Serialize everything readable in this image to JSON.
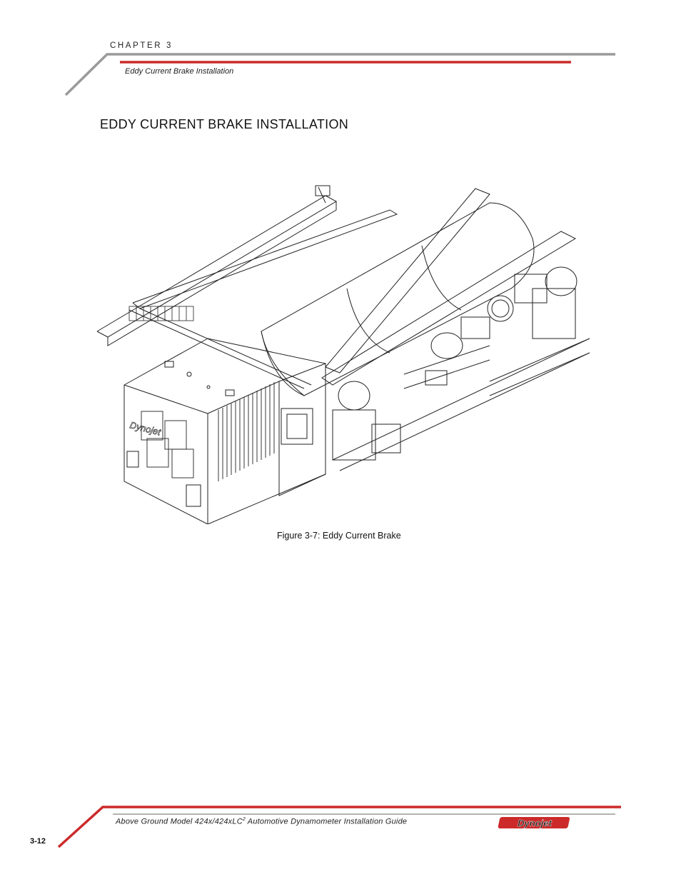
{
  "header": {
    "chapter": "CHAPTER 3",
    "section": "Eddy Current Brake Installation"
  },
  "main": {
    "heading": "EDDY CURRENT BRAKE INSTALLATION",
    "figure_caption": "Figure 3-7: Eddy Current Brake"
  },
  "footer": {
    "guide_title_prefix": "Above Ground Model 424x/424xLC",
    "guide_title_sup": "2",
    "guide_title_suffix": " Automotive Dynamometer Installation Guide",
    "page_number": "3-12",
    "logo_text": "Dynojet"
  },
  "colors": {
    "accent_red": "#cc2a2a",
    "rule_gray": "#9a9a9a"
  }
}
